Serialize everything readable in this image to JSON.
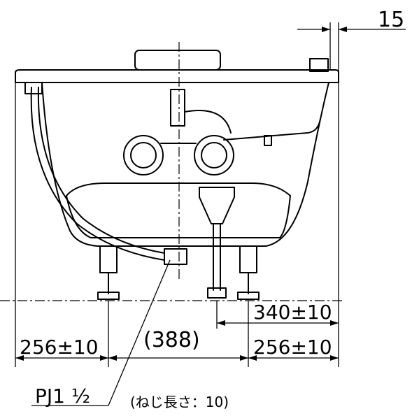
{
  "dimensions": {
    "top_offset": "15",
    "leg_spacing": "340±10",
    "drain_span": "(388)",
    "left_leg": "256±10",
    "right_leg": "256±10"
  },
  "labels": {
    "pipe_thread": "PJ1 ½",
    "thread_note": "(ねじ長さ：10)"
  }
}
